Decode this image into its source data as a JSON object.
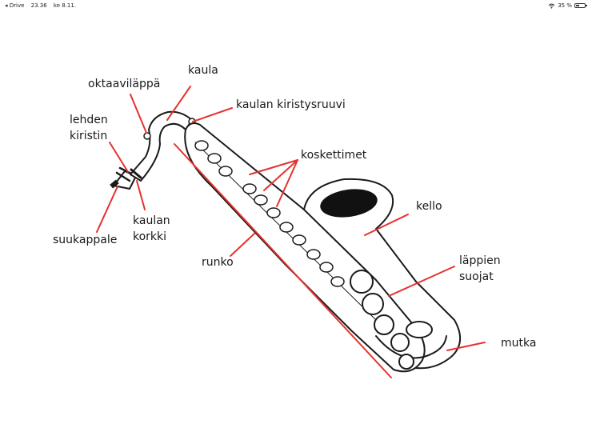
{
  "status_bar": {
    "back_app": "◂ Drive",
    "time": "23.36",
    "date": "ke 8.11.",
    "battery": "35 %",
    "battery_level": 0.35,
    "wifi_icon": "wifi-icon",
    "battery_icon": "battery-icon"
  },
  "colors": {
    "pointer_line": "#e5322d",
    "outline": "#1a1a1a",
    "bell_interior": "#111111"
  },
  "labels": {
    "oktaavilappa": "oktaaviläppä",
    "kaula": "kaula",
    "kaulan_kiristysruuvi": "kaulan kiristysruuvi",
    "lehden_kiristin_1": "lehden",
    "lehden_kiristin_2": "kiristin",
    "koskettimet": "koskettimet",
    "kello": "kello",
    "kaulan_korkki_1": "kaulan",
    "kaulan_korkki_2": "korkki",
    "suukappale": "suukappale",
    "runko": "runko",
    "lappien_suojat_1": "läppien",
    "lappien_suojat_2": "suojat",
    "mutka": "mutka"
  }
}
